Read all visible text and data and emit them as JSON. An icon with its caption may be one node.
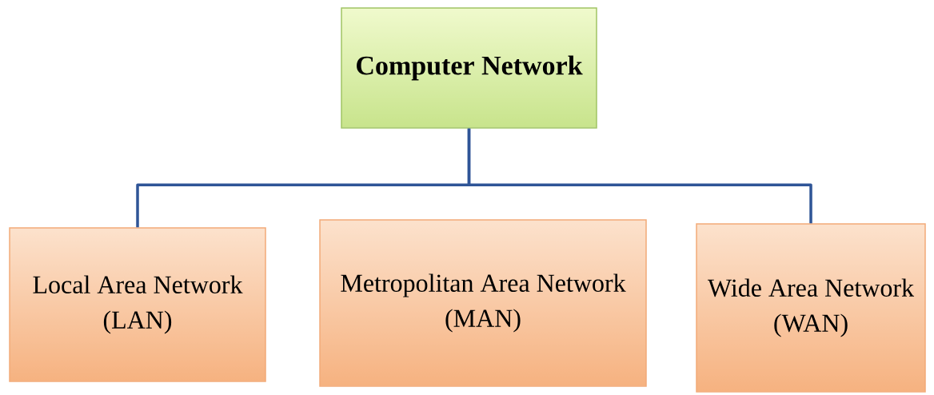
{
  "diagram": {
    "nodes": [
      {
        "text": [
          "Computer Network"
        ]
      },
      {
        "text": [
          "Local Area Network",
          "(LAN)"
        ]
      },
      {
        "text": [
          "Metropolitan Area Network",
          "(MAN)"
        ]
      },
      {
        "text": [
          "Wide Area Network",
          "(WAN)"
        ]
      }
    ],
    "edges": [
      {
        "from": 0,
        "to": 1,
        "arrow": "none"
      },
      {
        "from": 0,
        "to": 3,
        "arrow": "none"
      }
    ]
  }
}
